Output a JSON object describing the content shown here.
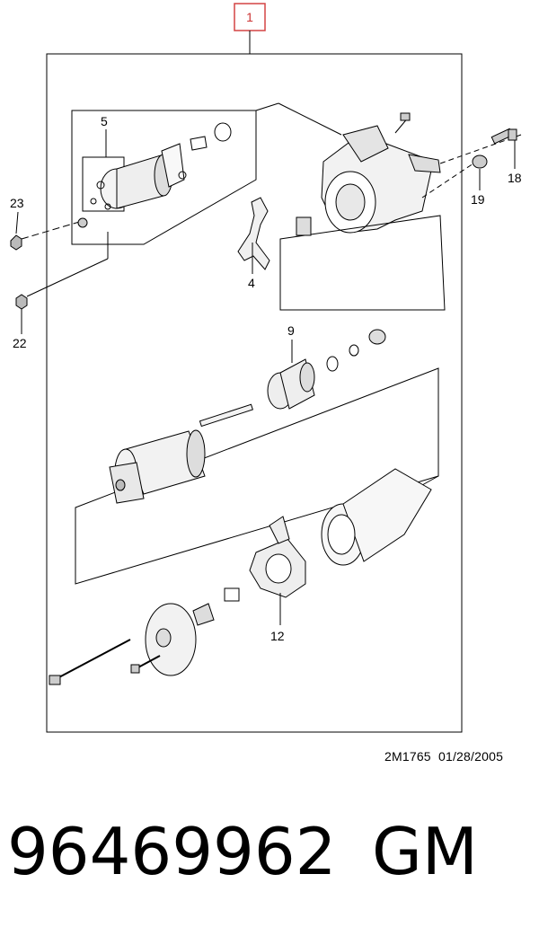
{
  "diagram": {
    "callouts": {
      "c1": "1",
      "c5": "5",
      "c23": "23",
      "c22": "22",
      "c4": "4",
      "c19": "19",
      "c18": "18",
      "c9": "9",
      "c12": "12"
    },
    "reference_code": "2M1765",
    "reference_date": "01/28/2005"
  },
  "part_number": "96469962",
  "brand": "GM",
  "colors": {
    "callout_highlight": "#d44444",
    "line": "#000000"
  }
}
